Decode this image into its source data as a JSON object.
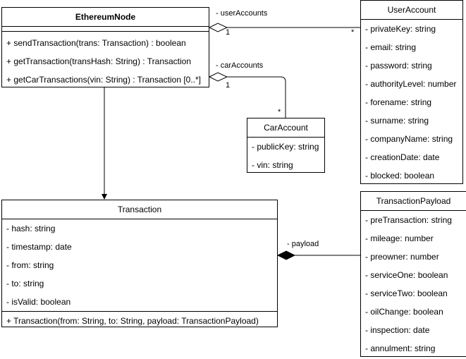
{
  "ethereum_node": {
    "name": "EthereumNode",
    "methods": [
      "+ sendTransaction(trans: Transaction) : boolean",
      "+ getTransaction(transHash: String) : Transaction",
      "+ getCarTransactions(vin: String) : Transaction [0..*]"
    ]
  },
  "user_account": {
    "name": "UserAccount",
    "attributes": [
      "- privateKey: string",
      "- email: string",
      "- password: string",
      "- authorityLevel: number",
      "- forename: string",
      "- surname: string",
      "- companyName: string",
      "- creationDate: date",
      "- blocked: boolean"
    ]
  },
  "car_account": {
    "name": "CarAccount",
    "attributes": [
      "- publicKey: string",
      "- vin: string"
    ]
  },
  "transaction": {
    "name": "Transaction",
    "attributes": [
      "- hash: string",
      "- timestamp: date",
      "- from: string",
      "- to: string",
      "- isValid: boolean"
    ],
    "methods": [
      "+ Transaction(from: String, to: String, payload: TransactionPayload)"
    ]
  },
  "transaction_payload": {
    "name": "TransactionPayload",
    "attributes": [
      "- preTransaction: string",
      "- mileage: number",
      "- preowner: number",
      "- serviceOne: boolean",
      "- serviceTwo: boolean",
      "- oilChange: boolean",
      "- inspection: date",
      "- annulment: string"
    ]
  },
  "associations": {
    "user_accounts": {
      "role": "- userAccounts",
      "source_mult": "1",
      "target_mult": "*"
    },
    "car_accounts": {
      "role": "- carAccounts",
      "source_mult": "1",
      "target_mult": "*"
    },
    "payload": {
      "role": "- payload"
    }
  }
}
